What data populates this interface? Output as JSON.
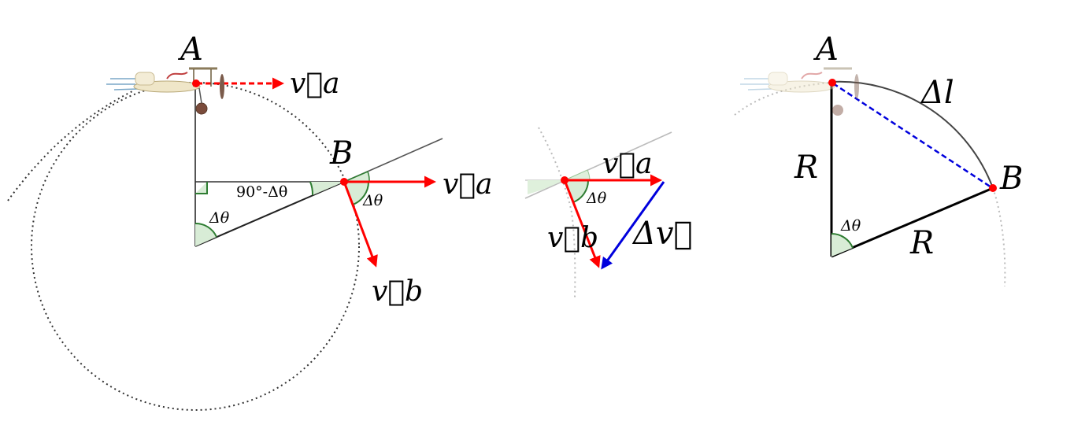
{
  "panel_left": {
    "point_a": "A",
    "point_b": "B",
    "velocity_a_top": "v⃗a",
    "velocity_a_right": "v⃗a",
    "velocity_b": "v⃗b",
    "angle_complement": "90°-Δθ",
    "angle_center": "Δθ",
    "angle_at_b": "Δθ"
  },
  "panel_middle": {
    "velocity_a": "v⃗a",
    "velocity_b": "v⃗b",
    "delta_v": "Δv⃗",
    "angle": "Δθ"
  },
  "panel_right": {
    "point_a": "A",
    "point_b": "B",
    "radius_vertical": "R",
    "radius_slanted": "R",
    "arc_length": "Δl",
    "angle_center": "Δθ"
  },
  "colors": {
    "velocity": "#ff0000",
    "delta_v": "#0000dd",
    "chord": "#0000dd",
    "angle_fill": "#d8ecd6",
    "angle_stroke": "#2e7d32",
    "orbit": "#333333"
  }
}
